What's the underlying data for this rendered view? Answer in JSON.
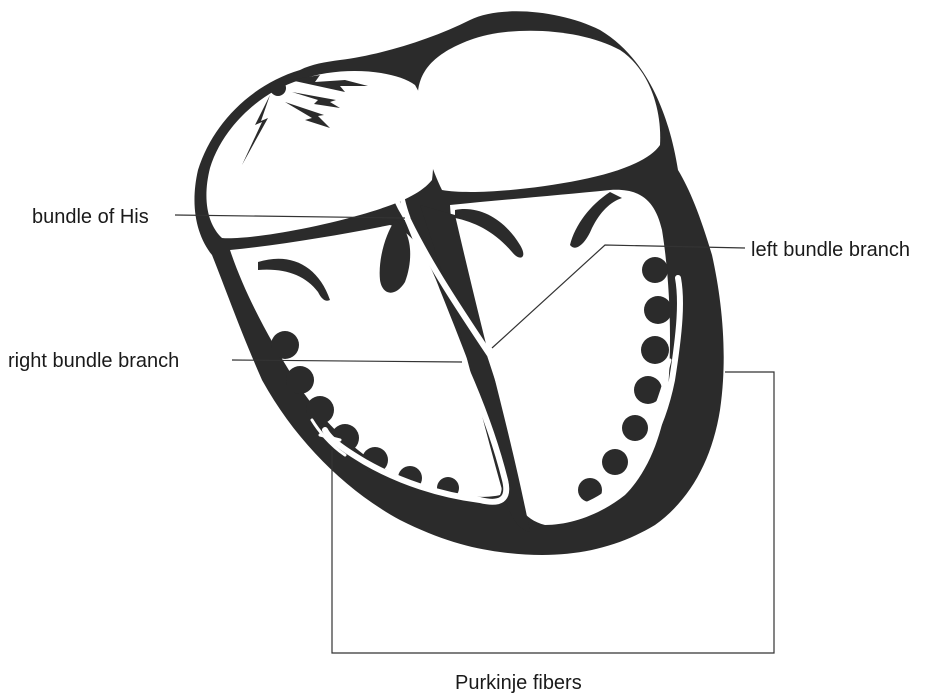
{
  "labels": {
    "bundle_of_his": "bundle of His",
    "left_bundle_branch": "left bundle branch",
    "right_bundle_branch": "right bundle branch",
    "purkinje_fibers": "Purkinje fibers"
  },
  "colors": {
    "tissue": "#2b2b2b",
    "background": "#ffffff",
    "leader_line": "#333333"
  }
}
